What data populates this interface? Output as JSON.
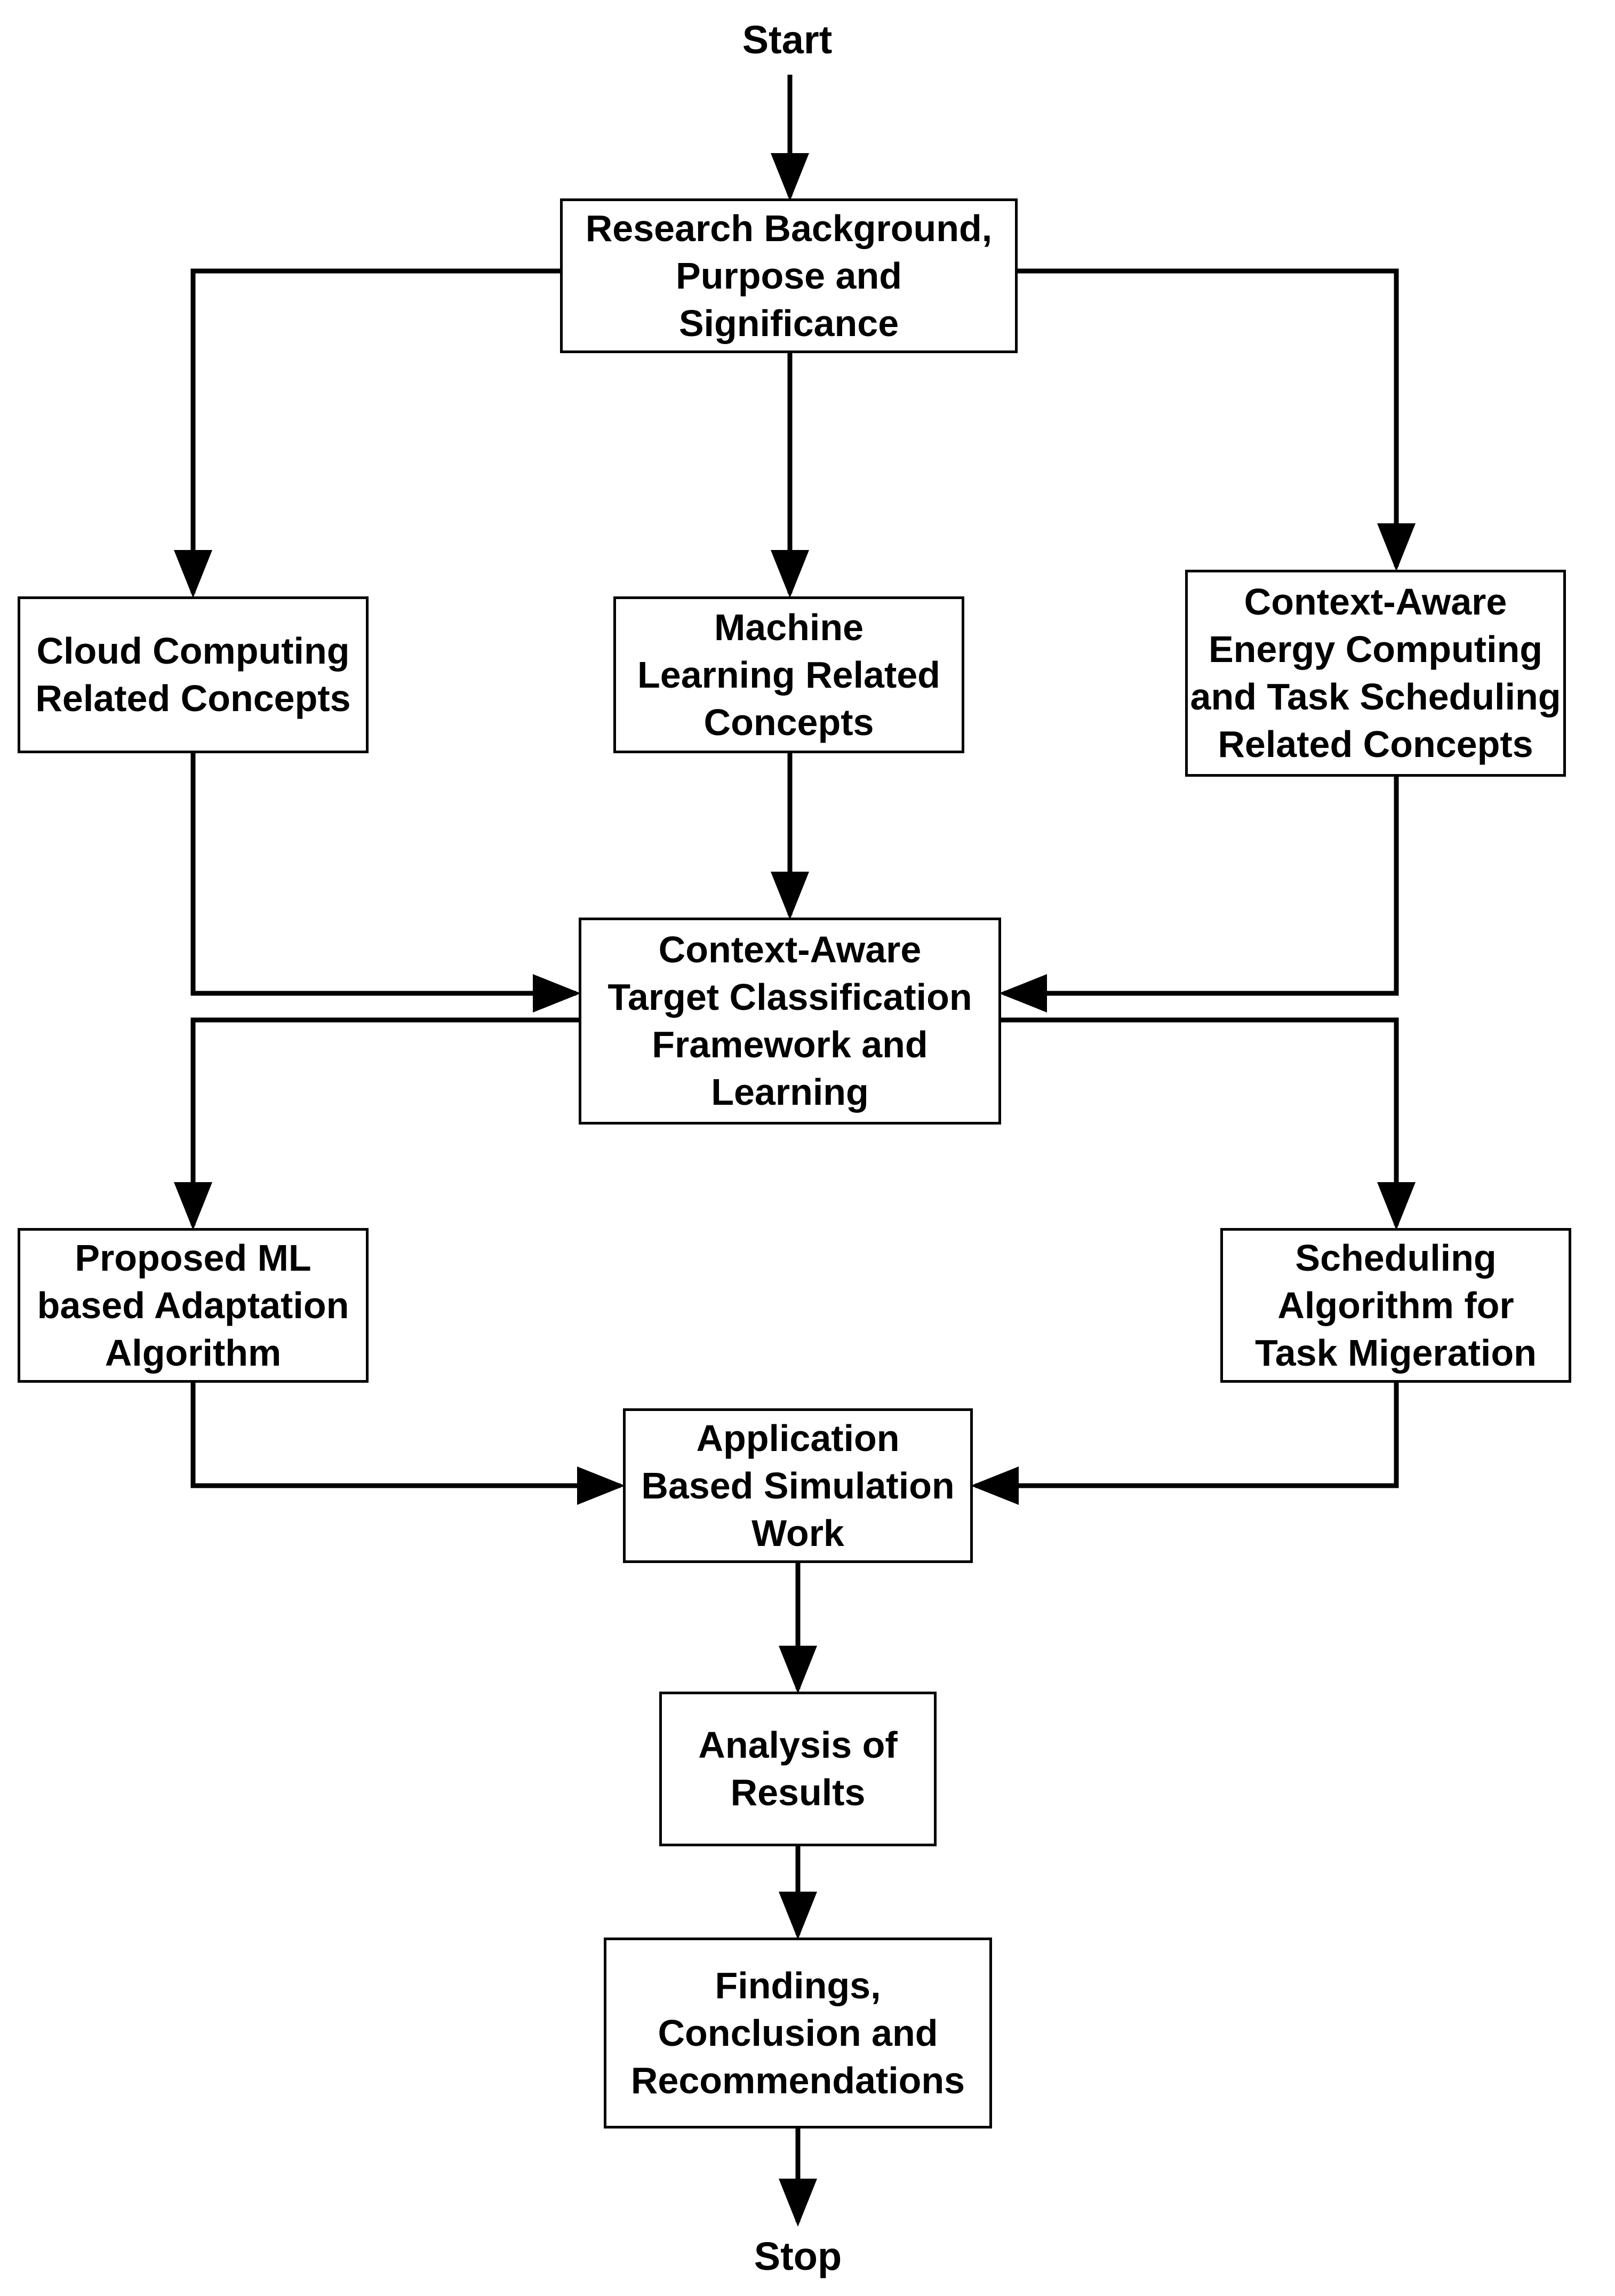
{
  "terminals": {
    "start": "Start",
    "stop": "Stop"
  },
  "nodes": {
    "research": [
      "Research Background,",
      "Purpose and",
      "Significance"
    ],
    "cloud": [
      "Cloud Computing",
      "Related Concepts"
    ],
    "ml": [
      "Machine",
      "Learning Related",
      "Concepts"
    ],
    "context_energy": [
      "Context-Aware",
      "Energy Computing",
      "and Task Scheduling",
      "Related Concepts"
    ],
    "classification": [
      "Context-Aware",
      "Target Classification",
      "Framework and",
      "Learning"
    ],
    "proposed_ml": [
      "Proposed ML",
      "based Adaptation",
      "Algorithm"
    ],
    "scheduling": [
      "Scheduling",
      "Algorithm for",
      "Task Migeration"
    ],
    "simulation": [
      "Application",
      "Based Simulation",
      "Work"
    ],
    "analysis": [
      "Analysis of",
      "Results"
    ],
    "findings": [
      "Findings,",
      "Conclusion and",
      "Recommendations"
    ]
  },
  "edges": [
    {
      "from": "start",
      "to": "research"
    },
    {
      "from": "research",
      "to": "cloud"
    },
    {
      "from": "research",
      "to": "ml"
    },
    {
      "from": "research",
      "to": "context_energy"
    },
    {
      "from": "cloud",
      "to": "classification"
    },
    {
      "from": "ml",
      "to": "classification"
    },
    {
      "from": "context_energy",
      "to": "classification"
    },
    {
      "from": "classification",
      "to": "proposed_ml"
    },
    {
      "from": "classification",
      "to": "scheduling"
    },
    {
      "from": "proposed_ml",
      "to": "simulation"
    },
    {
      "from": "scheduling",
      "to": "simulation"
    },
    {
      "from": "simulation",
      "to": "analysis"
    },
    {
      "from": "analysis",
      "to": "findings"
    },
    {
      "from": "findings",
      "to": "stop"
    }
  ]
}
